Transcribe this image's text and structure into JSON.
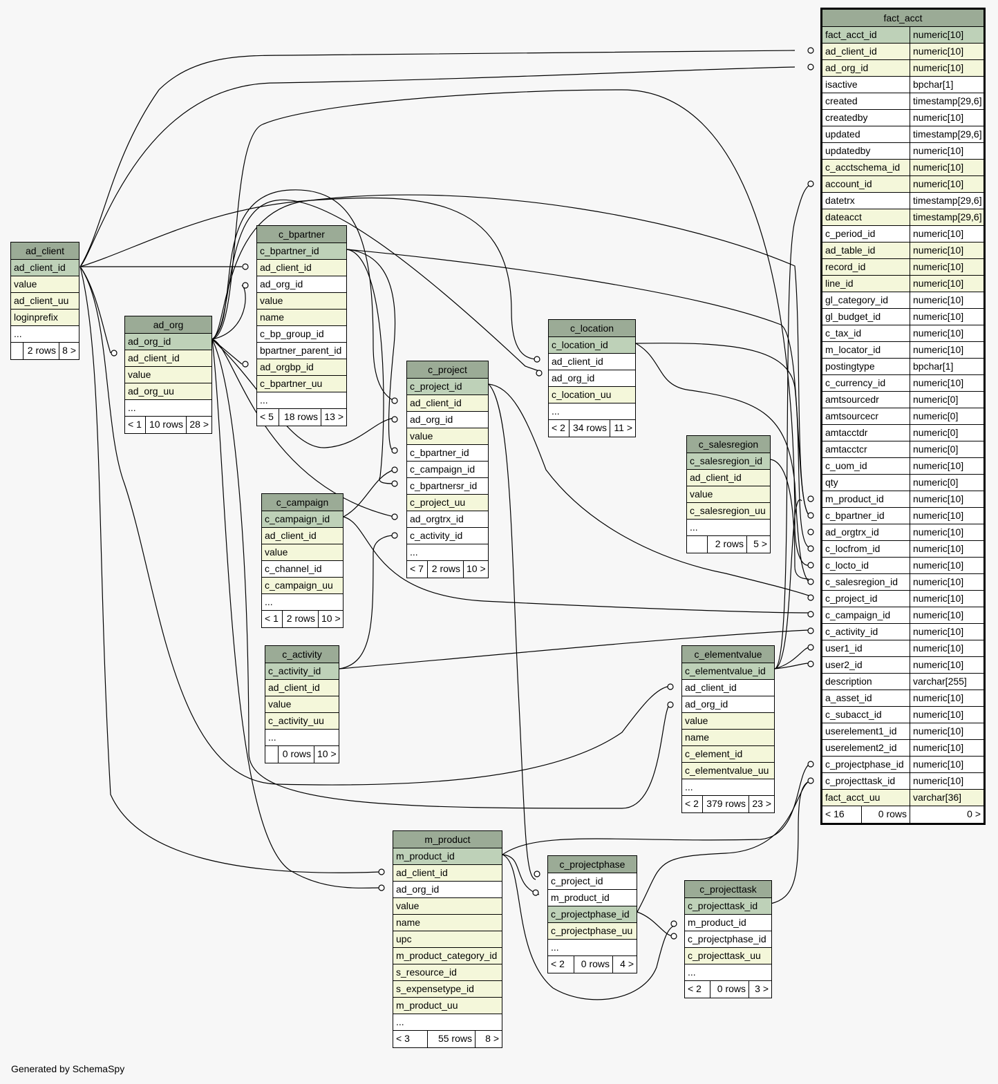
{
  "footer_text": "Generated by SchemaSpy",
  "tables": {
    "fact_acct": {
      "name": "fact_acct",
      "columns": [
        {
          "name": "fact_acct_id",
          "type": "numeric[10]",
          "kind": "pk"
        },
        {
          "name": "ad_client_id",
          "type": "numeric[10]",
          "kind": "fk"
        },
        {
          "name": "ad_org_id",
          "type": "numeric[10]",
          "kind": "fk"
        },
        {
          "name": "isactive",
          "type": "bpchar[1]",
          "kind": "plain"
        },
        {
          "name": "created",
          "type": "timestamp[29,6]",
          "kind": "plain"
        },
        {
          "name": "createdby",
          "type": "numeric[10]",
          "kind": "plain"
        },
        {
          "name": "updated",
          "type": "timestamp[29,6]",
          "kind": "plain"
        },
        {
          "name": "updatedby",
          "type": "numeric[10]",
          "kind": "plain"
        },
        {
          "name": "c_acctschema_id",
          "type": "numeric[10]",
          "kind": "fk"
        },
        {
          "name": "account_id",
          "type": "numeric[10]",
          "kind": "fk"
        },
        {
          "name": "datetrx",
          "type": "timestamp[29,6]",
          "kind": "plain"
        },
        {
          "name": "dateacct",
          "type": "timestamp[29,6]",
          "kind": "fk"
        },
        {
          "name": "c_period_id",
          "type": "numeric[10]",
          "kind": "plain"
        },
        {
          "name": "ad_table_id",
          "type": "numeric[10]",
          "kind": "fk"
        },
        {
          "name": "record_id",
          "type": "numeric[10]",
          "kind": "fk"
        },
        {
          "name": "line_id",
          "type": "numeric[10]",
          "kind": "fk"
        },
        {
          "name": "gl_category_id",
          "type": "numeric[10]",
          "kind": "plain"
        },
        {
          "name": "gl_budget_id",
          "type": "numeric[10]",
          "kind": "plain"
        },
        {
          "name": "c_tax_id",
          "type": "numeric[10]",
          "kind": "plain"
        },
        {
          "name": "m_locator_id",
          "type": "numeric[10]",
          "kind": "plain"
        },
        {
          "name": "postingtype",
          "type": "bpchar[1]",
          "kind": "plain"
        },
        {
          "name": "c_currency_id",
          "type": "numeric[10]",
          "kind": "plain"
        },
        {
          "name": "amtsourcedr",
          "type": "numeric[0]",
          "kind": "plain"
        },
        {
          "name": "amtsourcecr",
          "type": "numeric[0]",
          "kind": "plain"
        },
        {
          "name": "amtacctdr",
          "type": "numeric[0]",
          "kind": "plain"
        },
        {
          "name": "amtacctcr",
          "type": "numeric[0]",
          "kind": "plain"
        },
        {
          "name": "c_uom_id",
          "type": "numeric[10]",
          "kind": "plain"
        },
        {
          "name": "qty",
          "type": "numeric[0]",
          "kind": "plain"
        },
        {
          "name": "m_product_id",
          "type": "numeric[10]",
          "kind": "plain"
        },
        {
          "name": "c_bpartner_id",
          "type": "numeric[10]",
          "kind": "plain"
        },
        {
          "name": "ad_orgtrx_id",
          "type": "numeric[10]",
          "kind": "plain"
        },
        {
          "name": "c_locfrom_id",
          "type": "numeric[10]",
          "kind": "plain"
        },
        {
          "name": "c_locto_id",
          "type": "numeric[10]",
          "kind": "plain"
        },
        {
          "name": "c_salesregion_id",
          "type": "numeric[10]",
          "kind": "plain"
        },
        {
          "name": "c_project_id",
          "type": "numeric[10]",
          "kind": "plain"
        },
        {
          "name": "c_campaign_id",
          "type": "numeric[10]",
          "kind": "plain"
        },
        {
          "name": "c_activity_id",
          "type": "numeric[10]",
          "kind": "plain"
        },
        {
          "name": "user1_id",
          "type": "numeric[10]",
          "kind": "plain"
        },
        {
          "name": "user2_id",
          "type": "numeric[10]",
          "kind": "plain"
        },
        {
          "name": "description",
          "type": "varchar[255]",
          "kind": "plain"
        },
        {
          "name": "a_asset_id",
          "type": "numeric[10]",
          "kind": "plain"
        },
        {
          "name": "c_subacct_id",
          "type": "numeric[10]",
          "kind": "plain"
        },
        {
          "name": "userelement1_id",
          "type": "numeric[10]",
          "kind": "plain"
        },
        {
          "name": "userelement2_id",
          "type": "numeric[10]",
          "kind": "plain"
        },
        {
          "name": "c_projectphase_id",
          "type": "numeric[10]",
          "kind": "plain"
        },
        {
          "name": "c_projecttask_id",
          "type": "numeric[10]",
          "kind": "plain"
        },
        {
          "name": "fact_acct_uu",
          "type": "varchar[36]",
          "kind": "fk"
        }
      ],
      "footer": [
        "< 16",
        "0 rows",
        "0 >"
      ]
    },
    "ad_client": {
      "name": "ad_client",
      "columns": [
        {
          "name": "ad_client_id",
          "kind": "pk"
        },
        {
          "name": "value",
          "kind": "fk"
        },
        {
          "name": "ad_client_uu",
          "kind": "fk"
        },
        {
          "name": "loginprefix",
          "kind": "fk"
        },
        {
          "name": "...",
          "kind": "plain"
        }
      ],
      "footer": [
        "",
        "2 rows",
        "8 >"
      ]
    },
    "ad_org": {
      "name": "ad_org",
      "columns": [
        {
          "name": "ad_org_id",
          "kind": "pk"
        },
        {
          "name": "ad_client_id",
          "kind": "fk"
        },
        {
          "name": "value",
          "kind": "fk"
        },
        {
          "name": "ad_org_uu",
          "kind": "fk"
        },
        {
          "name": "...",
          "kind": "plain"
        }
      ],
      "footer": [
        "< 1",
        "10 rows",
        "28 >"
      ]
    },
    "c_bpartner": {
      "name": "c_bpartner",
      "columns": [
        {
          "name": "c_bpartner_id",
          "kind": "pk"
        },
        {
          "name": "ad_client_id",
          "kind": "fk"
        },
        {
          "name": "ad_org_id",
          "kind": "plain"
        },
        {
          "name": "value",
          "kind": "fk"
        },
        {
          "name": "name",
          "kind": "fk"
        },
        {
          "name": "c_bp_group_id",
          "kind": "plain"
        },
        {
          "name": "bpartner_parent_id",
          "kind": "plain"
        },
        {
          "name": "ad_orgbp_id",
          "kind": "fk"
        },
        {
          "name": "c_bpartner_uu",
          "kind": "fk"
        },
        {
          "name": "...",
          "kind": "plain"
        }
      ],
      "footer": [
        "< 5",
        "18 rows",
        "13 >"
      ]
    },
    "c_project": {
      "name": "c_project",
      "columns": [
        {
          "name": "c_project_id",
          "kind": "pk"
        },
        {
          "name": "ad_client_id",
          "kind": "fk"
        },
        {
          "name": "ad_org_id",
          "kind": "plain"
        },
        {
          "name": "value",
          "kind": "fk"
        },
        {
          "name": "c_bpartner_id",
          "kind": "plain"
        },
        {
          "name": "c_campaign_id",
          "kind": "plain"
        },
        {
          "name": "c_bpartnersr_id",
          "kind": "plain"
        },
        {
          "name": "c_project_uu",
          "kind": "fk"
        },
        {
          "name": "ad_orgtrx_id",
          "kind": "plain"
        },
        {
          "name": "c_activity_id",
          "kind": "plain"
        },
        {
          "name": "...",
          "kind": "plain"
        }
      ],
      "footer": [
        "< 7",
        "2 rows",
        "10 >"
      ]
    },
    "c_location": {
      "name": "c_location",
      "columns": [
        {
          "name": "c_location_id",
          "kind": "pk"
        },
        {
          "name": "ad_client_id",
          "kind": "plain"
        },
        {
          "name": "ad_org_id",
          "kind": "plain"
        },
        {
          "name": "c_location_uu",
          "kind": "fk"
        },
        {
          "name": "...",
          "kind": "plain"
        }
      ],
      "footer": [
        "< 2",
        "34 rows",
        "11 >"
      ]
    },
    "c_salesregion": {
      "name": "c_salesregion",
      "columns": [
        {
          "name": "c_salesregion_id",
          "kind": "pk"
        },
        {
          "name": "ad_client_id",
          "kind": "fk"
        },
        {
          "name": "value",
          "kind": "fk"
        },
        {
          "name": "c_salesregion_uu",
          "kind": "fk"
        },
        {
          "name": "...",
          "kind": "plain"
        }
      ],
      "footer": [
        "",
        "2 rows",
        "5 >"
      ]
    },
    "c_campaign": {
      "name": "c_campaign",
      "columns": [
        {
          "name": "c_campaign_id",
          "kind": "pk"
        },
        {
          "name": "ad_client_id",
          "kind": "fk"
        },
        {
          "name": "value",
          "kind": "fk"
        },
        {
          "name": "c_channel_id",
          "kind": "plain"
        },
        {
          "name": "c_campaign_uu",
          "kind": "fk"
        },
        {
          "name": "...",
          "kind": "plain"
        }
      ],
      "footer": [
        "< 1",
        "2 rows",
        "10 >"
      ]
    },
    "c_activity": {
      "name": "c_activity",
      "columns": [
        {
          "name": "c_activity_id",
          "kind": "pk"
        },
        {
          "name": "ad_client_id",
          "kind": "fk"
        },
        {
          "name": "value",
          "kind": "fk"
        },
        {
          "name": "c_activity_uu",
          "kind": "fk"
        },
        {
          "name": "...",
          "kind": "plain"
        }
      ],
      "footer": [
        "",
        "0 rows",
        "10 >"
      ]
    },
    "c_elementvalue": {
      "name": "c_elementvalue",
      "columns": [
        {
          "name": "c_elementvalue_id",
          "kind": "pk"
        },
        {
          "name": "ad_client_id",
          "kind": "plain"
        },
        {
          "name": "ad_org_id",
          "kind": "plain"
        },
        {
          "name": "value",
          "kind": "fk"
        },
        {
          "name": "name",
          "kind": "fk"
        },
        {
          "name": "c_element_id",
          "kind": "fk"
        },
        {
          "name": "c_elementvalue_uu",
          "kind": "fk"
        },
        {
          "name": "...",
          "kind": "plain"
        }
      ],
      "footer": [
        "< 2",
        "379 rows",
        "23 >"
      ]
    },
    "m_product": {
      "name": "m_product",
      "columns": [
        {
          "name": "m_product_id",
          "kind": "pk"
        },
        {
          "name": "ad_client_id",
          "kind": "fk"
        },
        {
          "name": "ad_org_id",
          "kind": "plain"
        },
        {
          "name": "value",
          "kind": "fk"
        },
        {
          "name": "name",
          "kind": "fk"
        },
        {
          "name": "upc",
          "kind": "fk"
        },
        {
          "name": "m_product_category_id",
          "kind": "fk"
        },
        {
          "name": "s_resource_id",
          "kind": "fk"
        },
        {
          "name": "s_expensetype_id",
          "kind": "fk"
        },
        {
          "name": "m_product_uu",
          "kind": "fk"
        },
        {
          "name": "...",
          "kind": "plain"
        }
      ],
      "footer": [
        "< 3",
        "55 rows",
        "8 >"
      ]
    },
    "c_projectphase": {
      "name": "c_projectphase",
      "columns": [
        {
          "name": "c_project_id",
          "kind": "plain"
        },
        {
          "name": "m_product_id",
          "kind": "plain"
        },
        {
          "name": "c_projectphase_id",
          "kind": "pk"
        },
        {
          "name": "c_projectphase_uu",
          "kind": "fk"
        },
        {
          "name": "...",
          "kind": "plain"
        }
      ],
      "footer": [
        "< 2",
        "0 rows",
        "4 >"
      ]
    },
    "c_projecttask": {
      "name": "c_projecttask",
      "columns": [
        {
          "name": "c_projecttask_id",
          "kind": "pk"
        },
        {
          "name": "m_product_id",
          "kind": "plain"
        },
        {
          "name": "c_projectphase_id",
          "kind": "plain"
        },
        {
          "name": "c_projecttask_uu",
          "kind": "fk"
        },
        {
          "name": "...",
          "kind": "plain"
        }
      ],
      "footer": [
        "< 2",
        "0 rows",
        "3 >"
      ]
    }
  }
}
